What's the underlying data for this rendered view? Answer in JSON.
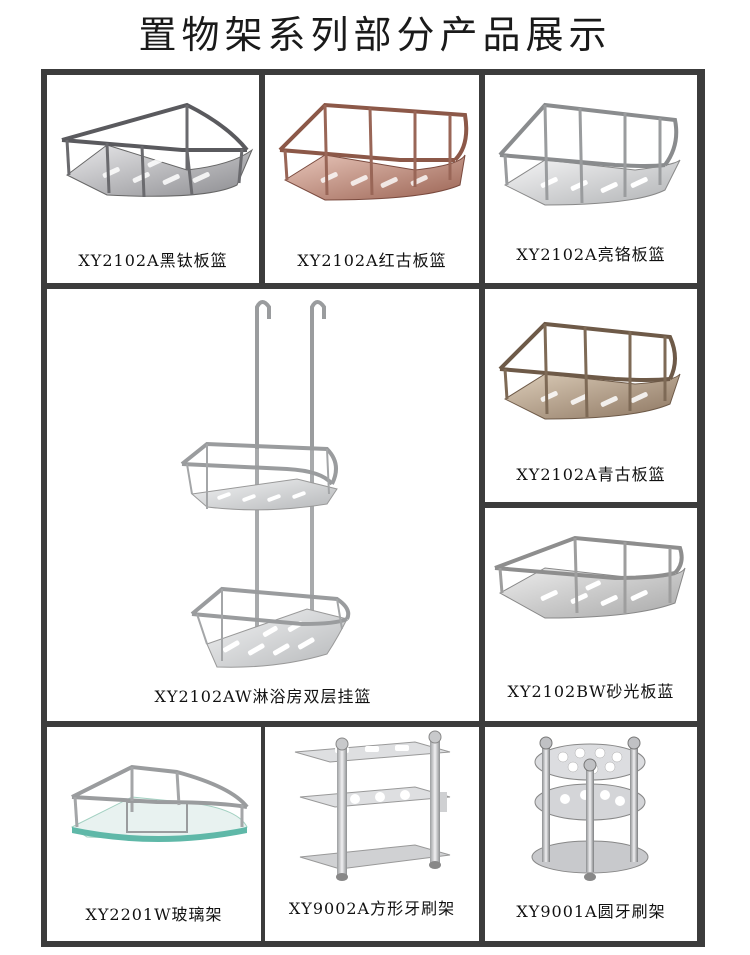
{
  "title": "置物架系列部分产品展示",
  "products": [
    {
      "id": "p1",
      "caption": "XY2102A黑钛板篮"
    },
    {
      "id": "p2",
      "caption": "XY2102A红古板篮"
    },
    {
      "id": "p3",
      "caption": "XY2102A亮铬板篮"
    },
    {
      "id": "p4",
      "caption": "XY2102AW淋浴房双层挂篮"
    },
    {
      "id": "p5",
      "caption": "XY2102A青古板篮"
    },
    {
      "id": "p6",
      "caption": "XY2102BW砂光板蓝"
    },
    {
      "id": "p7",
      "caption": "XY2201W玻璃架"
    },
    {
      "id": "p8",
      "caption": "XY9002A方形牙刷架"
    },
    {
      "id": "p9",
      "caption": "XY9001A圆牙刷架"
    }
  ],
  "colors": {
    "frame": "#3c3c3c",
    "black_titanium": "#6e6e72",
    "red_antique": "#b07a6a",
    "chrome": "#c8cacc",
    "green_antique": "#9a8570",
    "brushed": "#c9c9c9",
    "glass": "#5fb8a8"
  },
  "icons": {
    "p1": "corner-basket-icon",
    "p2": "corner-basket-icon",
    "p3": "corner-basket-icon",
    "p4": "double-hanging-basket-icon",
    "p5": "corner-basket-icon",
    "p6": "corner-basket-icon",
    "p7": "glass-corner-shelf-icon",
    "p8": "square-toothbrush-holder-icon",
    "p9": "round-toothbrush-holder-icon"
  }
}
